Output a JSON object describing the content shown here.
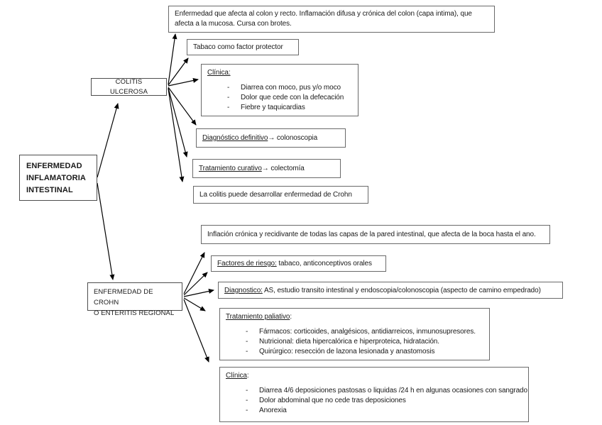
{
  "colors": {
    "background": "#ffffff",
    "box_border": "#6a6a6a",
    "node_border": "#4d4d4d",
    "text": "#1a1a1a",
    "arrow": "#000000"
  },
  "root_node": {
    "label": "ENFERMEDAD\nINFLAMATORIA\nINTESTINAL"
  },
  "colitis": {
    "node": "COLITIS ULCEROSA",
    "definition": "Enfermedad que afecta al colon y recto. Inflamación difusa y crónica del colon (capa intima), que afecta a la mucosa. Cursa con brotes.",
    "protector": "Tabaco como factor protector",
    "clinica": {
      "head": "Clínica:",
      "rest": "",
      "items": [
        "Diarrea con moco, pus y/o moco",
        "Dolor que cede con la defecación",
        "Fiebre y taquicardias"
      ]
    },
    "diagnostico": {
      "head": "Diagnóstico definitivo",
      "rest": "→ colonoscopia"
    },
    "tratamiento": {
      "head": "Tratamiento curativo",
      "rest": "→ colectomía"
    },
    "nota": "La colitis puede desarrollar enfermedad de Crohn"
  },
  "crohn": {
    "node": "ENFERMEDAD DE CROHN\nO ENTERITIS REGIONAL",
    "definition": "Inflación crónica y recidivante de todas las capas de la pared intestinal, que afecta de la boca hasta el ano.",
    "factores": {
      "head": "Factores de riesgo:",
      "rest": " tabaco, anticonceptivos orales"
    },
    "diagnostico": {
      "head": "Diagnostico:",
      "rest": " AS, estudio transito intestinal y endoscopia/colonoscopia (aspecto de camino empedrado)"
    },
    "tratamiento": {
      "head": "Tratamiento paliativo",
      "rest": ":",
      "items": [
        "Fármacos: corticoides, analgésicos, antidiarreicos, inmunosupresores.",
        "Nutricional: dieta hipercalórica e hiperproteica, hidratación.",
        "Quirúrgico: resección de lazona lesionada y anastomosis"
      ]
    },
    "clinica": {
      "head": "Clínica",
      "rest": ":",
      "items": [
        "Diarrea 4/6 deposiciones pastosas o liquidas /24 h en algunas ocasiones con sangrado",
        "Dolor abdominal que no cede tras deposiciones",
        "Anorexia"
      ]
    }
  }
}
